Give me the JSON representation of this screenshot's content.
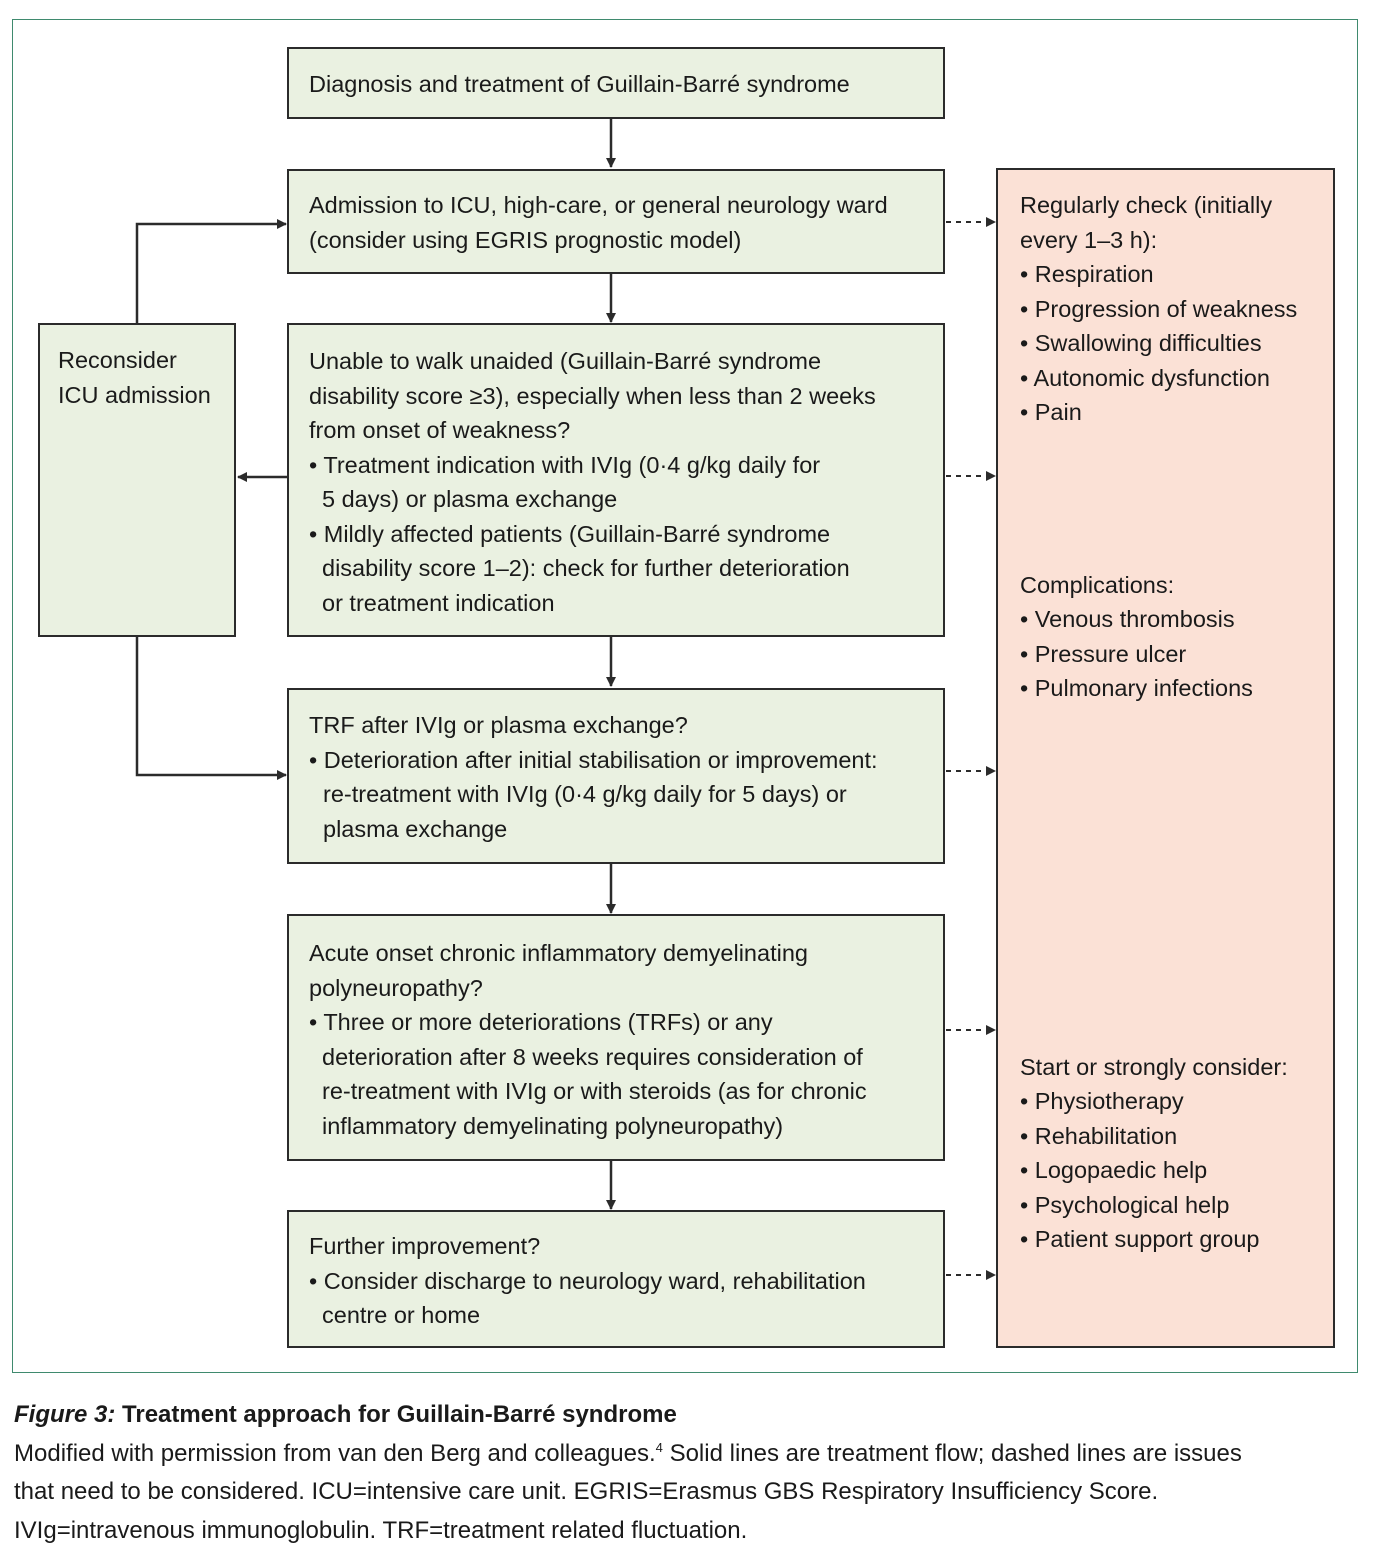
{
  "flow": {
    "diagnosis": {
      "title": "Diagnosis and treatment of Guillain-Barré syndrome"
    },
    "admission": {
      "lines": [
        "Admission to ICU, high-care, or general neurology ward",
        "(consider using EGRIS prognostic model)"
      ]
    },
    "reconsider": {
      "lines": [
        "Reconsider",
        "ICU admission"
      ]
    },
    "unable_walk": {
      "lines": [
        "Unable to walk unaided (Guillain-Barré syndrome",
        "disability score ≥3), especially when less than 2 weeks",
        "from onset of weakness?"
      ],
      "bullet1": [
        "• Treatment indication with IVIg (0·4 g/kg daily for",
        "5 days) or plasma exchange"
      ],
      "bullet2": [
        "• Mildly affected patients (Guillain-Barré syndrome",
        "disability score 1–2): check for further deterioration",
        "or treatment indication"
      ]
    },
    "trf": {
      "title": "TRF after IVIg or plasma exchange?",
      "bullet": [
        "• Deterioration after initial stabilisation or improvement:",
        "re-treatment with IVIg (0·4 g/kg daily for 5 days) or",
        "plasma exchange"
      ]
    },
    "acute_cidp": {
      "lines": [
        "Acute onset chronic inflammatory demyelinating",
        "polyneuropathy?"
      ],
      "bullet": [
        "• Three or more deteriorations (TRFs) or any",
        "deterioration after 8 weeks requires consideration of",
        "re-treatment with IVIg or with steroids (as for chronic",
        "inflammatory demyelinating polyneuropathy)"
      ]
    },
    "further": {
      "title": "Further improvement?",
      "bullet": [
        "• Consider discharge to neurology ward, rehabilitation",
        "centre or home"
      ]
    }
  },
  "side_panel": {
    "check": {
      "heading": [
        "Regularly check (initially",
        "every 1–3 h):"
      ],
      "items": [
        "• Respiration",
        "• Progression of weakness",
        "• Swallowing difficulties",
        "• Autonomic dysfunction",
        "• Pain"
      ]
    },
    "complications": {
      "heading": "Complications:",
      "items": [
        "• Venous thrombosis",
        "• Pressure ulcer",
        "• Pulmonary infections"
      ]
    },
    "consider": {
      "heading": "Start or strongly consider:",
      "items": [
        "• Physiotherapy",
        "• Rehabilitation",
        "• Logopaedic help",
        "• Psychological help",
        "• Patient support group"
      ]
    }
  },
  "caption": {
    "figure_label": "Figure 3:",
    "title": "Treatment approach for Guillain-Barré syndrome",
    "line1_a": "Modified with permission from van den Berg and colleagues.",
    "ref": "4",
    "line1_b": " Solid lines are treatment flow; dashed lines are issues",
    "line2": "that need to be considered. ICU=intensive care unit. EGRIS=Erasmus GBS Respiratory Insufficiency Score.",
    "line3": "IVIg=intravenous immunoglobulin. TRF=treatment related fluctuation."
  },
  "colors": {
    "flow_box": "#eaf1e1",
    "side_box": "#fbe1d6",
    "frame": "#3f8a6e",
    "stroke": "#2b2b2b"
  }
}
